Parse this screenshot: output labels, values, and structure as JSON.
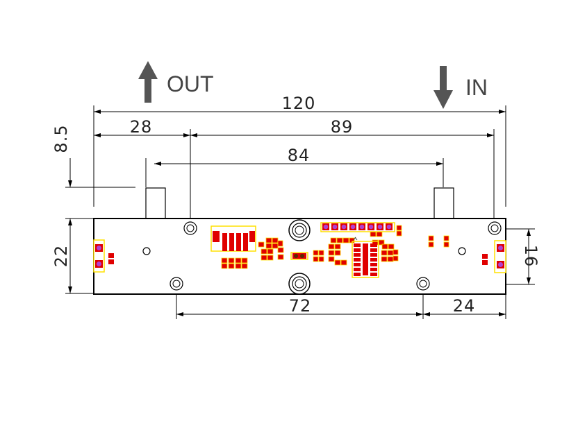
{
  "labels": {
    "out": "OUT",
    "in": "IN"
  },
  "dimensions": {
    "overall_length": "120",
    "left_offset": "28",
    "right_span": "89",
    "port_spacing": "84",
    "port_height": "8.5",
    "board_height": "22",
    "hole_vertical": "16",
    "hole_spacing": "72",
    "right_hole_offset": "24"
  },
  "colors": {
    "outline": "#000000",
    "pad": "#e00000",
    "silkscreen": "#ffee00",
    "via": "#b040d0",
    "arrow": "#555555"
  }
}
